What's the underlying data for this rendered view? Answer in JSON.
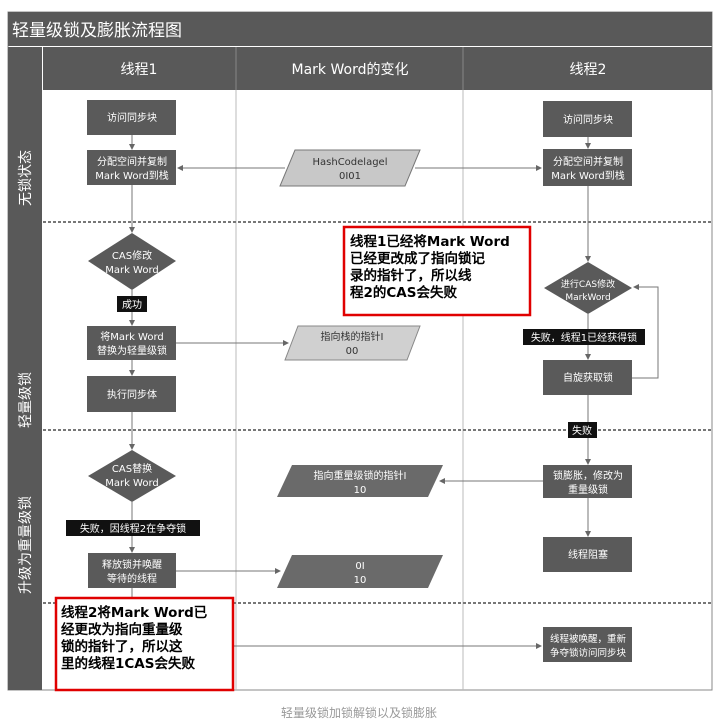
{
  "title": "轻量级锁及膨胀流程图",
  "columns": [
    "线程1",
    "Mark Word的变化",
    "线程2"
  ],
  "sections": [
    "无锁状态",
    "轻量级锁",
    "升级为重量级锁"
  ],
  "thread1": {
    "access": "访问同步块",
    "alloc": [
      "分配空间并复制",
      "Mark Word到栈"
    ],
    "cas_modify": [
      "CAS修改",
      "Mark Word"
    ],
    "success": "成功",
    "replace": [
      "将Mark Word",
      "替换为轻量级锁"
    ],
    "execute": "执行同步体",
    "cas_replace": [
      "CAS替换",
      "Mark Word"
    ],
    "fail": "失败，因线程2在争夺锁",
    "release": [
      "释放锁并唤醒",
      "等待的线程"
    ]
  },
  "markword": {
    "hashcode": [
      "HashCodelagel",
      "0I01"
    ],
    "stack_ptr": [
      "指向栈的指针I",
      "00"
    ],
    "heavy_ptr": [
      "指向重量级锁的指针I",
      "10"
    ],
    "released": [
      "0I",
      "10"
    ]
  },
  "thread2": {
    "access": "访问同步块",
    "alloc": [
      "分配空间并复制",
      "Mark Word到栈"
    ],
    "cas_modify": [
      "进行CAS修改",
      "MarkWord"
    ],
    "fail_acquired": "失败，线程1已经获得锁",
    "spin": "自旋获取锁",
    "fail": "失败",
    "inflate": [
      "锁膨胀，修改为",
      "重量级锁"
    ],
    "blocked": "线程阻塞",
    "woken": [
      "线程被唤醒，重新",
      "争夺锁访问同步块"
    ]
  },
  "notes": {
    "note1": [
      "线程1已经将Mark Word",
      "已经更改成了指向锁记",
      "录的指针了，所以线",
      "程2的CAS会失败"
    ],
    "note2": [
      "线程2将Mark Word已",
      "经更改为指向重量级",
      "锁的指针了，所以这",
      "里的线程1CAS会失败"
    ]
  },
  "caption": "轻量级锁加锁解锁以及锁膨胀",
  "colors": {
    "dark": "#595959",
    "box": "#5a5a5a",
    "para_light": "#c8c8c8",
    "note_border": "#e00000"
  }
}
